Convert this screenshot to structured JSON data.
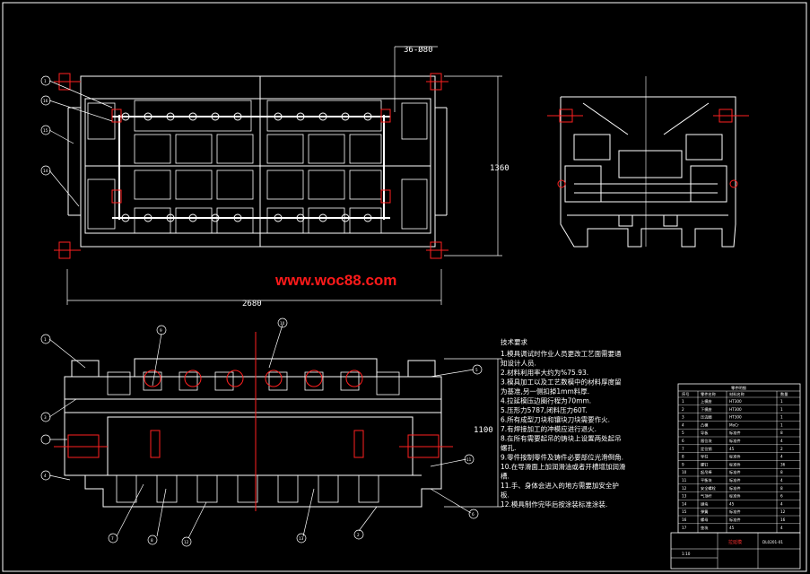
{
  "drawing": {
    "dims": {
      "holes": "36-Ø80",
      "width_top": "2680",
      "height_top": "1360",
      "height_front": "1100"
    },
    "watermark": "www.woc88.com",
    "tech_title": "技术要求",
    "tech_notes": [
      "1.模具调试时作业人员更改工艺面需要通",
      "知设计人员.",
      "2.材料利用率大约为%75.93.",
      "3.模具加工以及工艺数模中的材料厚度留",
      "为基准,另一侧扣掉1mm料厚.",
      "4.拉延模压边圈行程为70mm.",
      "5.压形力5787,闭料压力60T.",
      "6.所有成型刀块和镶块刀块需要作火.",
      "7.有焊接加工的冲模应进行退火.",
      "8.在所有需要起吊的铸块上设置两处起吊",
      "螺孔.",
      "9.零件按制零件及铸件必要部位光滑倒角.",
      "10.在导滑面上加润滑油或者开槽增加润滑",
      "槽.",
      "11.手、身体会进入的地方需要加安全护",
      "板.",
      "12.模具制作完毕后按涂装标准涂装."
    ],
    "bom": {
      "title": "零件明细",
      "headers": [
        "序号",
        "零件名称",
        "材料名称",
        "数量"
      ],
      "rows": [
        [
          "1",
          "上模座",
          "HT300",
          "1"
        ],
        [
          "2",
          "下模座",
          "HT300",
          "1"
        ],
        [
          "3",
          "压边圈",
          "HT300",
          "1"
        ],
        [
          "4",
          "凸模",
          "MoCr",
          "1"
        ],
        [
          "5",
          "导板",
          "标准件",
          "8"
        ],
        [
          "6",
          "限位块",
          "标准件",
          "4"
        ],
        [
          "7",
          "定位销",
          "45",
          "2"
        ],
        [
          "8",
          "导柱",
          "标准件",
          "4"
        ],
        [
          "9",
          "螺钉",
          "标准件",
          "36"
        ],
        [
          "10",
          "起吊棒",
          "标准件",
          "8"
        ],
        [
          "11",
          "平衡块",
          "标准件",
          "4"
        ],
        [
          "12",
          "安全螺栓",
          "标准件",
          "8"
        ],
        [
          "13",
          "气顶杆",
          "标准件",
          "6"
        ],
        [
          "14",
          "键块",
          "45",
          "4"
        ],
        [
          "15",
          "弹簧",
          "标准件",
          "12"
        ],
        [
          "16",
          "螺母",
          "标准件",
          "16"
        ],
        [
          "17",
          "垫块",
          "45",
          "4"
        ]
      ]
    },
    "title_block": {
      "name": "拉延模",
      "code": "DL0201-01",
      "scale": "1:10"
    },
    "callouts": {
      "top_view": [
        "1",
        "16",
        "15",
        "14"
      ],
      "front_view_top": [
        "1",
        "9",
        "10"
      ],
      "front_view_left": [
        "3",
        "4"
      ],
      "front_view_bottom": [
        "7",
        "8",
        "12",
        "13",
        "2"
      ],
      "front_view_right": [
        "5",
        "11",
        "6"
      ]
    }
  }
}
